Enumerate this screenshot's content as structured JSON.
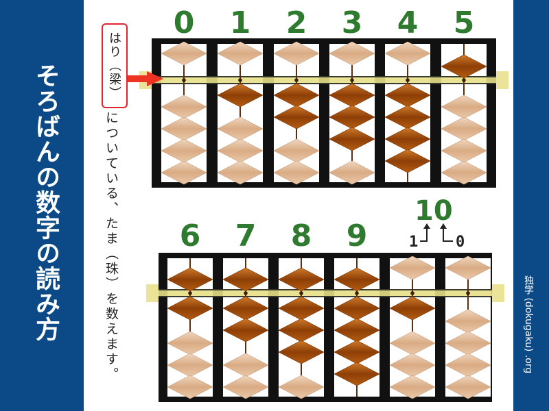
{
  "title": "そろばんの数字の読み方",
  "credit": "独学 (dokugaku) .org",
  "hari_label": "はり（梁）",
  "note": "についている、たま（珠）を数えます。",
  "top_numbers": [
    "0",
    "1",
    "2",
    "3",
    "4",
    "5"
  ],
  "bottom_numbers": [
    "6",
    "7",
    "8",
    "9"
  ],
  "ten_number": "10",
  "ten_tens_digit": "1",
  "ten_ones_digit": "0",
  "digit_values_top": [
    0,
    1,
    2,
    3,
    4,
    5
  ],
  "digit_values_bottom": [
    6,
    7,
    8,
    9
  ],
  "ten_value": 10,
  "colors": {
    "side_panel": "#0b4a86",
    "number_green": "#2e7a2e",
    "bead_active": "#a8520c",
    "bead_inactive": "#e3bf9f",
    "beam_highlight": "#e7df86",
    "hari_border": "#e0232f",
    "arrow": "#ee3322"
  }
}
